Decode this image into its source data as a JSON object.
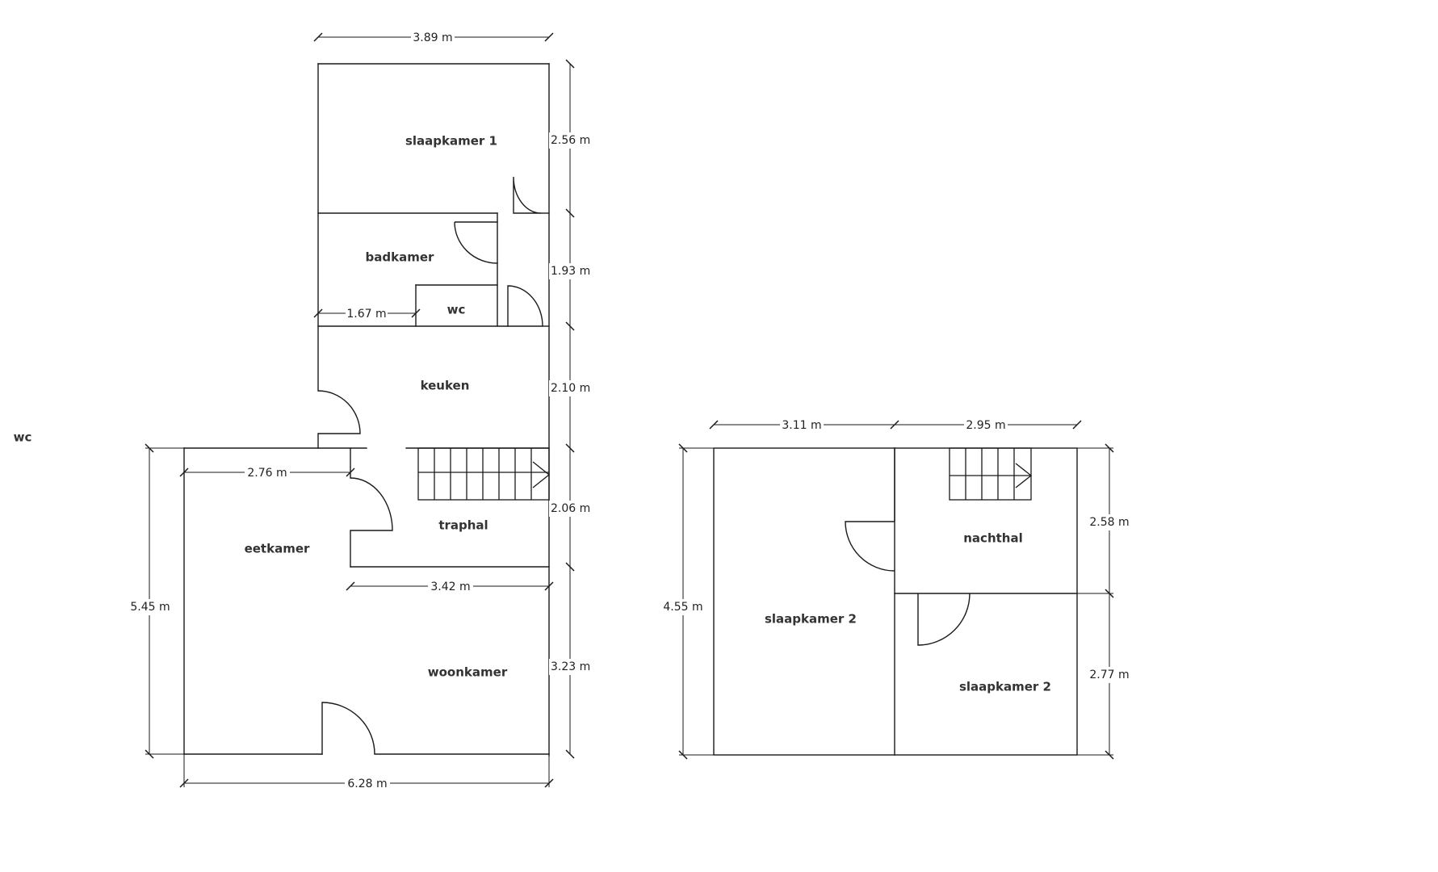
{
  "stray_label": "wc",
  "ground_floor": {
    "rooms": {
      "slaapkamer_1": "slaapkamer 1",
      "badkamer": "badkamer",
      "wc": "wc",
      "keuken": "keuken",
      "traphal": "traphal",
      "eetkamer": "eetkamer",
      "woonkamer": "woonkamer"
    },
    "dimensions": {
      "top_width": "3.89 m",
      "slaapkamer_1_depth": "2.56 m",
      "badkamer_depth": "1.93 m",
      "badkamer_width": "1.67 m",
      "keuken_depth": "2.10 m",
      "traphal_depth": "2.06 m",
      "eetkamer_width": "2.76 m",
      "traphal_width": "3.42 m",
      "woonkamer_depth": "3.23 m",
      "left_depth": "5.45 m",
      "bottom_width": "6.28 m"
    }
  },
  "first_floor": {
    "rooms": {
      "nachthal": "nachthal",
      "slaapkamer_2_left": "slaapkamer 2",
      "slaapkamer_2_right": "slaapkamer 2"
    },
    "dimensions": {
      "left_width": "3.11 m",
      "right_width": "2.95 m",
      "total_depth": "4.55 m",
      "nachthal_depth": "2.58 m",
      "slaapkamer_2_depth": "2.77 m"
    }
  }
}
